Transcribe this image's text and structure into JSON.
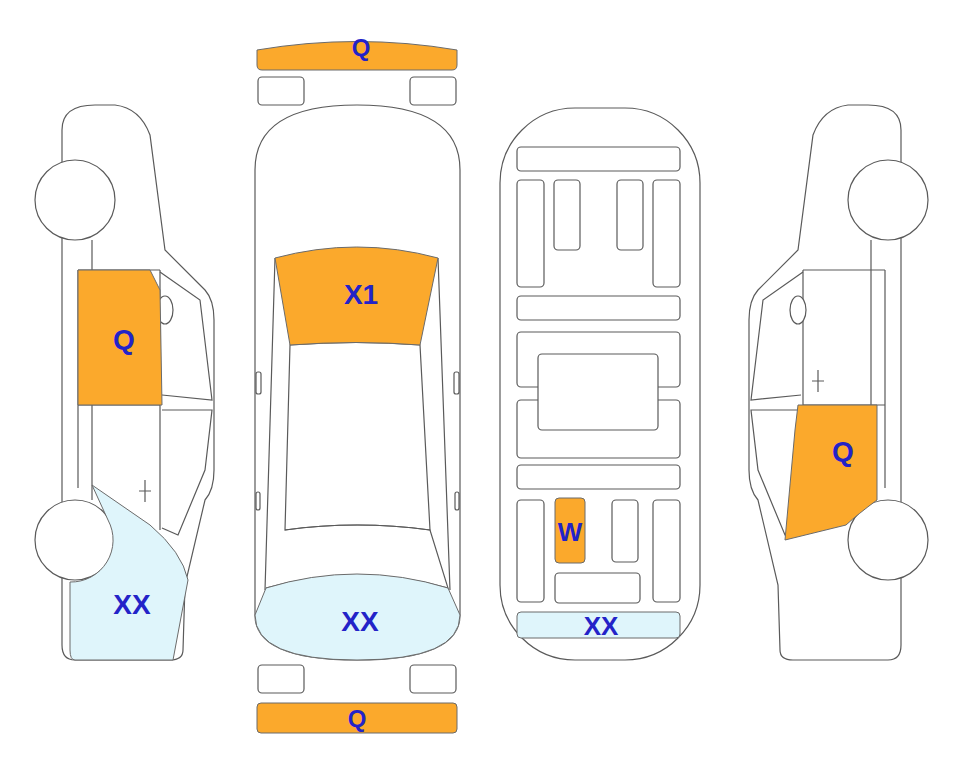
{
  "diagram": {
    "nodes": [
      {
        "text": [
          "Q"
        ]
      },
      {
        "text": [
          "X1"
        ]
      },
      {
        "text": [
          "Q"
        ]
      },
      {
        "text": [
          "Q"
        ]
      },
      {
        "text": [
          "W"
        ]
      },
      {
        "text": [
          "XX"
        ]
      },
      {
        "text": [
          "XX"
        ]
      },
      {
        "text": [
          "XX"
        ]
      },
      {
        "text": [
          "Q"
        ]
      }
    ]
  }
}
